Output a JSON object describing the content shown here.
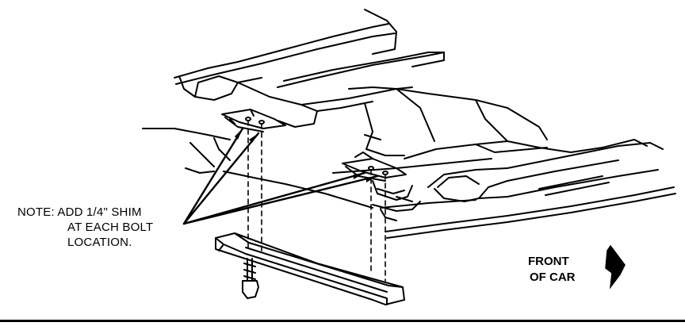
{
  "note": {
    "line1": "NOTE: ADD 1/4\" SHIM",
    "line2": "AT EACH BOLT",
    "line3": "LOCATION."
  },
  "direction": {
    "line1": "FRONT",
    "line2": "OF CAR"
  },
  "icons": [
    "front-direction-arrow-icon",
    "bolt-icon"
  ],
  "colors": {
    "ink": "#000000",
    "paper": "#ffffff"
  }
}
